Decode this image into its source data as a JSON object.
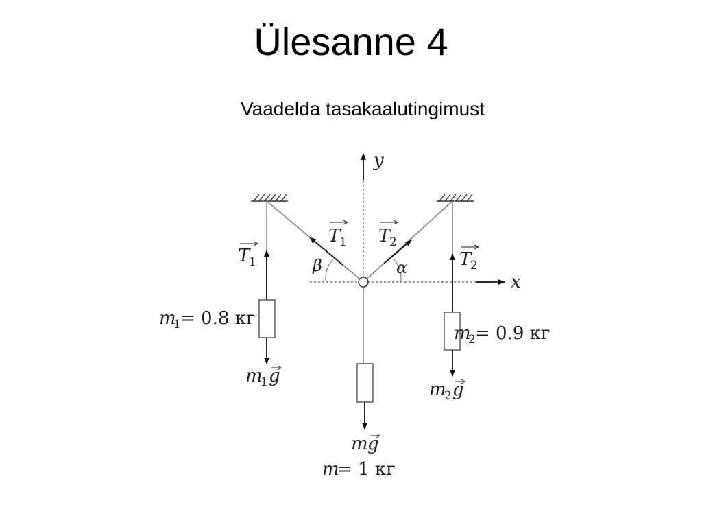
{
  "slide": {
    "title": "Ülesanne 4",
    "subtitle": "Vaadelda tasakaalutingimust"
  },
  "diagram": {
    "axis_y": "y",
    "axis_x": "x",
    "T1_top": "T",
    "T1_top_sub": "1",
    "T2_top": "T",
    "T2_top_sub": "2",
    "T1_left": "T",
    "T1_left_sub": "1",
    "T2_right": "T",
    "T2_right_sub": "2",
    "angle_beta": "β",
    "angle_alpha": "α",
    "m1_lhs": "m",
    "m1_sub": "1",
    "m1_rhs": " = 0.8 кг",
    "m2_lhs": "m",
    "m2_sub": "2",
    "m2_rhs": " = 0.9 кг",
    "m1g": "m",
    "m1g_sub": "1",
    "m1g_g": "g",
    "m2g": "m",
    "m2g_sub": "2",
    "m2g_g": "g",
    "mg": "m",
    "mg_g": "g",
    "m_lhs": "m",
    "m_rhs": " = 1 кг"
  }
}
